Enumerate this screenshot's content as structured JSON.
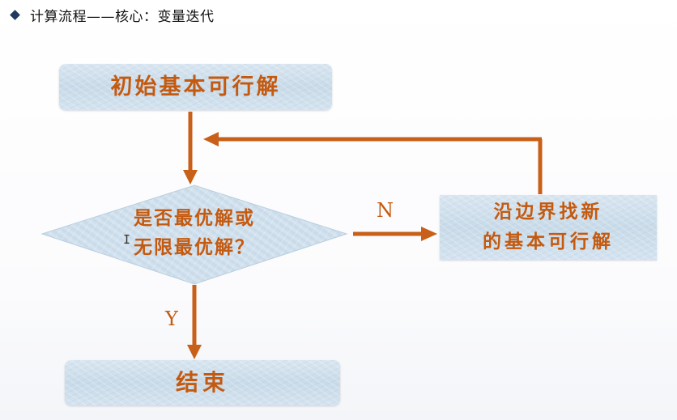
{
  "header": {
    "title": "计算流程——核心：变量迭代"
  },
  "flowchart": {
    "start_box": "初始基本可行解",
    "decision_line1": "是否最优解或",
    "decision_line2": "无限最优解？",
    "side_box_line1": "沿边界找新",
    "side_box_line2": "的基本可行解",
    "end_box": "结束",
    "label_no": "N",
    "label_yes": "Y"
  },
  "colors": {
    "box_fill": "#d0e0ec",
    "text_orange": "#c45a10",
    "arrow_orange": "#c8601a",
    "bullet": "#1f3a5f"
  },
  "icons": {
    "bullet": "diamond-bullet-icon",
    "cursor": "text-cursor-icon"
  }
}
